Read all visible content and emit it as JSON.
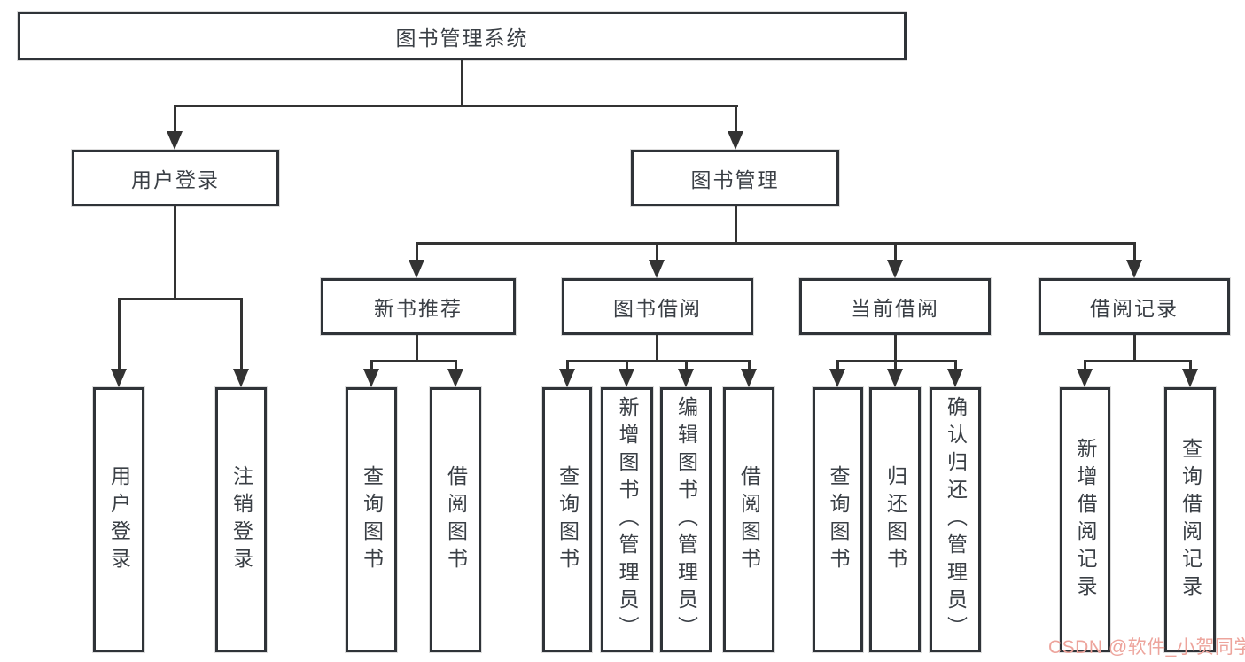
{
  "diagram": {
    "title_node": "图书管理系统",
    "level2": [
      "用户登录",
      "图书管理"
    ],
    "level3": [
      "新书推荐",
      "图书借阅",
      "当前借阅",
      "借阅记录"
    ],
    "leaves": {
      "user_login": [
        "用户登录",
        "注销登录"
      ],
      "new_book_rec": [
        "查询图书",
        "借阅图书"
      ],
      "book_borrow": [
        "查询图书",
        "新增图书（管理员）",
        "编辑图书（管理员）",
        "借阅图书"
      ],
      "current_borrow": [
        "查询图书",
        "归还图书",
        "确认归还（管理员）"
      ],
      "borrow_record": [
        "新增借阅记录",
        "查询借阅记录"
      ]
    },
    "colors": {
      "line": "#333333",
      "border": "#2f3338",
      "text": "#3a3f45",
      "background": "#ffffff",
      "watermark": "#eda49c"
    }
  },
  "watermark": "CSDN @软件_小贺同学"
}
